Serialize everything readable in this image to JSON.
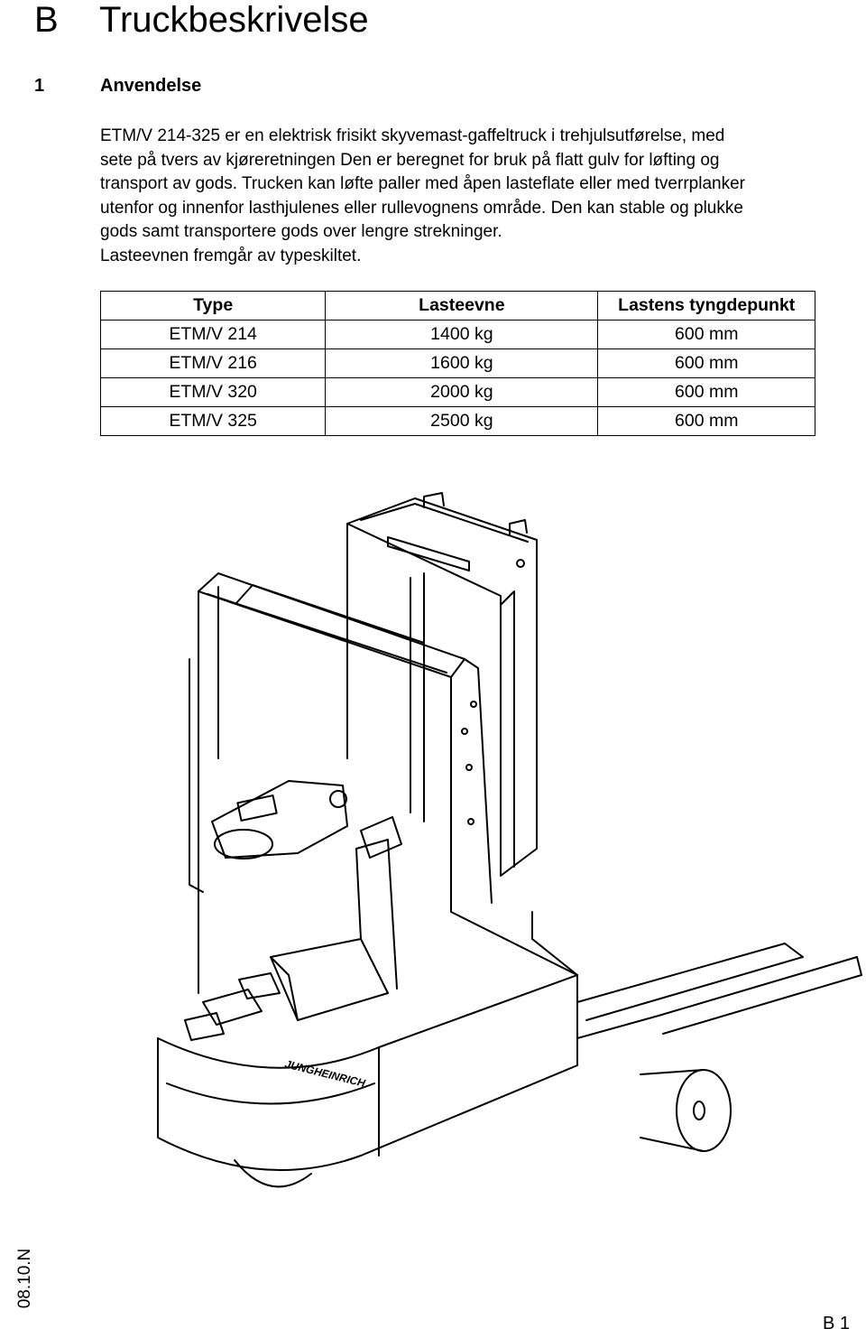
{
  "chapter": {
    "letter": "B",
    "title": "Truckbeskrivelse"
  },
  "section": {
    "number": "1",
    "title": "Anvendelse"
  },
  "body_lines": [
    "ETM/V 214-325 er en elektrisk frisikt skyvemast-gaffeltruck i trehjulsutførelse, med",
    "sete på tvers av kjøreretningen Den er beregnet for bruk på flatt gulv for løfting og",
    "transport av gods. Trucken kan løfte paller med åpen lasteflate eller med tverrplanker",
    "utenfor og innenfor lasthjulenes eller rullevognens område. Den kan stable og plukke",
    "gods samt transportere gods over lengre strekninger.",
    "Lasteevnen fremgår av typeskiltet."
  ],
  "table": {
    "headers": [
      "Type",
      "Lasteevne",
      "Lastens tyngdepunkt"
    ],
    "rows": [
      [
        "ETM/V 214",
        "1400 kg",
        "600 mm"
      ],
      [
        "ETM/V 216",
        "1600 kg",
        "600 mm"
      ],
      [
        "ETM/V 320",
        "2000 kg",
        "600 mm"
      ],
      [
        "ETM/V 325",
        "2500 kg",
        "600 mm"
      ]
    ]
  },
  "illustration": {
    "brand": "JUNGHEINRICH"
  },
  "footer": {
    "doc_code": "08.10.N",
    "page_number": "B 1"
  }
}
